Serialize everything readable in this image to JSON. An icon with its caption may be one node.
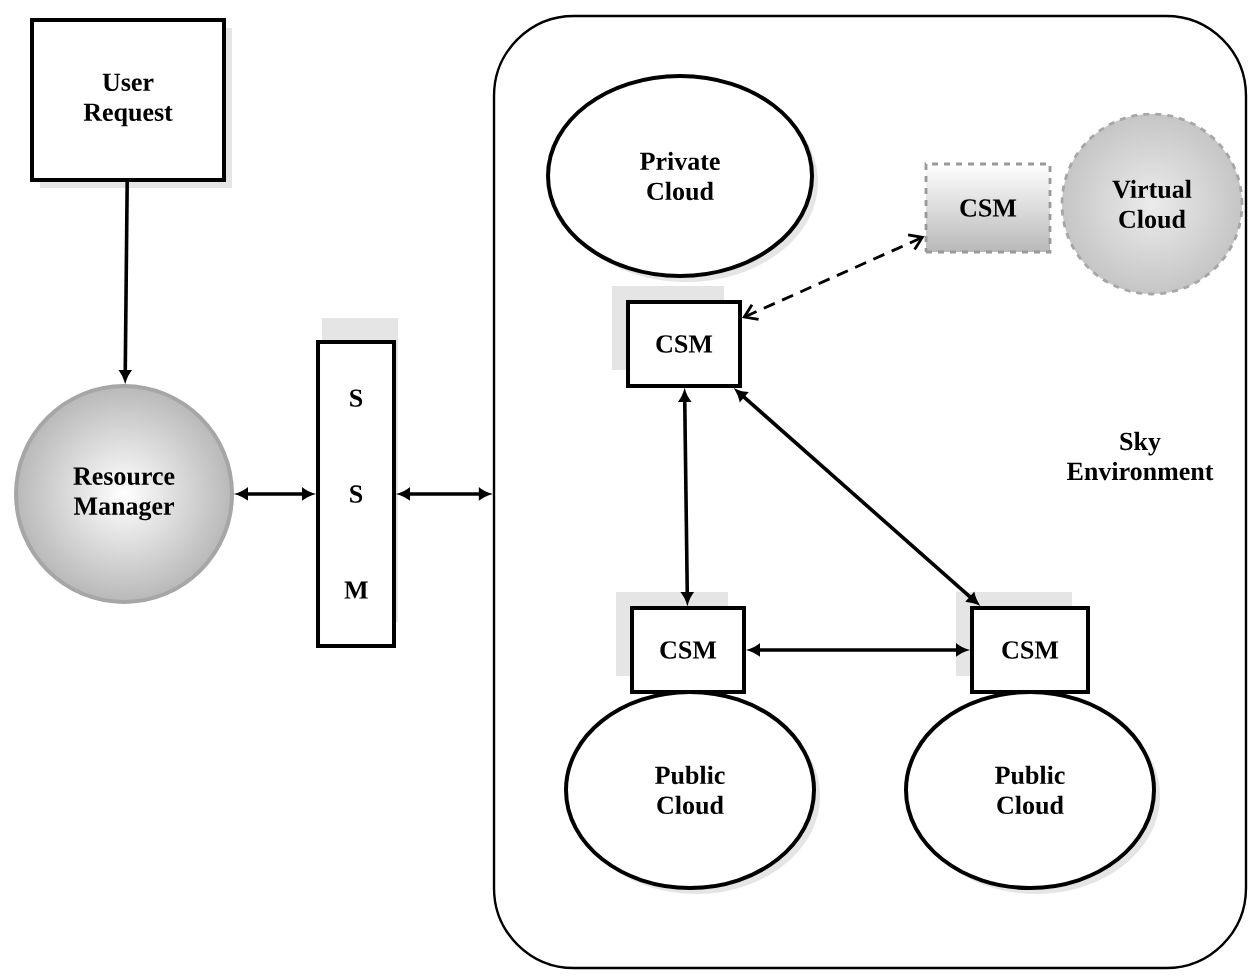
{
  "diagram": {
    "nodes": [
      {
        "text": [
          "User Request"
        ]
      },
      {
        "text": [
          "Resource Manager"
        ]
      },
      {
        "text": [
          "S S M"
        ]
      },
      {
        "text": [
          "Sky Environment"
        ]
      },
      {
        "text": [
          "Private Cloud"
        ],
        "in": 3
      },
      {
        "text": [
          "CSM"
        ],
        "in": 3
      },
      {
        "text": [
          "CSM"
        ],
        "in": 3
      },
      {
        "text": [
          "Virtual Cloud"
        ],
        "in": 3
      },
      {
        "text": [
          "CSM"
        ],
        "in": 3
      },
      {
        "text": [
          "Public Cloud"
        ],
        "in": 3
      },
      {
        "text": [
          "CSM"
        ],
        "in": 3
      },
      {
        "text": [
          "Public Cloud"
        ],
        "in": 3
      }
    ],
    "edges": [
      {
        "from": 0,
        "to": 1,
        "arrow": "to"
      },
      {
        "from": 1,
        "to": 2,
        "arrow": "both"
      },
      {
        "from": 2,
        "to": 3,
        "arrow": "both"
      },
      {
        "from": 5,
        "to": 6,
        "arrow": "both",
        "style": "dashed"
      },
      {
        "from": 5,
        "to": 8,
        "arrow": "both"
      },
      {
        "from": 5,
        "to": 10,
        "arrow": "both"
      },
      {
        "from": 8,
        "to": 10,
        "arrow": "both"
      }
    ]
  }
}
